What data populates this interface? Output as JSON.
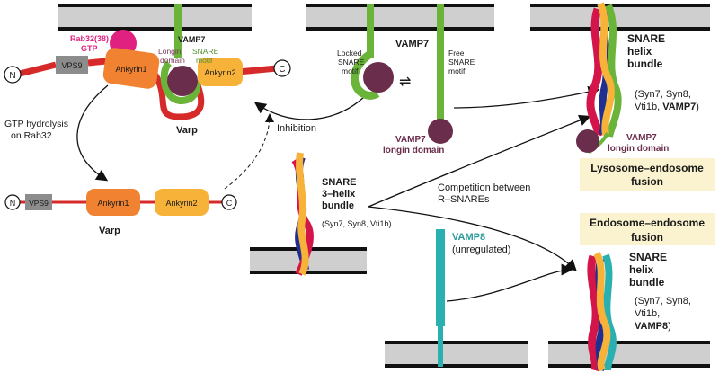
{
  "colors": {
    "membrane_fill": "#cfcfcf",
    "membrane_edge": "#111111",
    "vamp7_green": "#6bb43a",
    "longin_purple": "#6b2d4c",
    "rab32_pink": "#e0217f",
    "ankyrin1_orange": "#f08232",
    "ankyrin2_yellow": "#f7b23a",
    "linker_red": "#d62a2a",
    "vps9_gray": "#8c8c8c",
    "vamp8_teal": "#2ab0b0",
    "syn_blue": "#1f2f8f",
    "snare_red": "#d4154a",
    "fusion_box": "#fbf3cf"
  },
  "left_top": {
    "rab32_label_line1": "Rab32(38)",
    "rab32_label_line2": "GTP",
    "vamp7_label": "VAMP7",
    "longin_domain_line1": "Longin",
    "longin_domain_line2": "domain",
    "snare_motif_line1": "SNARE",
    "snare_motif_line2": "motif",
    "n_terminus": "N",
    "c_terminus": "C",
    "vps9": "VPS9",
    "ankyrin1": "Ankyrin1",
    "ankyrin2": "Ankyrin2",
    "varp": "Varp"
  },
  "left_bottom": {
    "gtp_line1": "GTP hydrolysis",
    "gtp_line2": "on Rab32",
    "n_terminus": "N",
    "c_terminus": "C",
    "vps9": "VPS9",
    "ankyrin1": "Ankyrin1",
    "ankyrin2": "Ankyrin2",
    "varp": "Varp"
  },
  "middle": {
    "inhibition": "Inhibition",
    "locked_line1": "Locked",
    "locked_line2": "SNARE",
    "locked_line3": "motif",
    "vamp7": "VAMP7",
    "free_line1": "Free",
    "free_line2": "SNARE",
    "free_line3": "motif",
    "equilibrium": "⇌",
    "longin_line1": "VAMP7",
    "longin_line2": "longin domain",
    "snare3_line1": "SNARE",
    "snare3_line2": "3–helix",
    "snare3_line3": "bundle",
    "snare3_members": "(Syn7, Syn8, Vti1b)",
    "competition_line1": "Competition between",
    "competition_line2": "R–SNAREs",
    "vamp8": "VAMP8",
    "vamp8_status": "(unregulated)"
  },
  "right_top": {
    "bundle_line1": "SNARE",
    "bundle_line2": "helix",
    "bundle_line3": "bundle",
    "members_line1": "(Syn7, Syn8,",
    "members_line2_a": "Vti1b, ",
    "members_line2_b": "VAMP7",
    "members_line2_c": ")",
    "longin_line1": "VAMP7",
    "longin_line2": "longin domain",
    "fusion_line1": "Lysosome–endosome",
    "fusion_line2": "fusion"
  },
  "right_bottom": {
    "fusion_line1": "Endosome–endosome",
    "fusion_line2": "fusion",
    "bundle_line1": "SNARE",
    "bundle_line2": "helix",
    "bundle_line3": "bundle",
    "members_line1": "(Syn7, Syn8,",
    "members_line2": "Vti1b,",
    "members_line3_a": "VAMP8",
    "members_line3_b": ")"
  }
}
